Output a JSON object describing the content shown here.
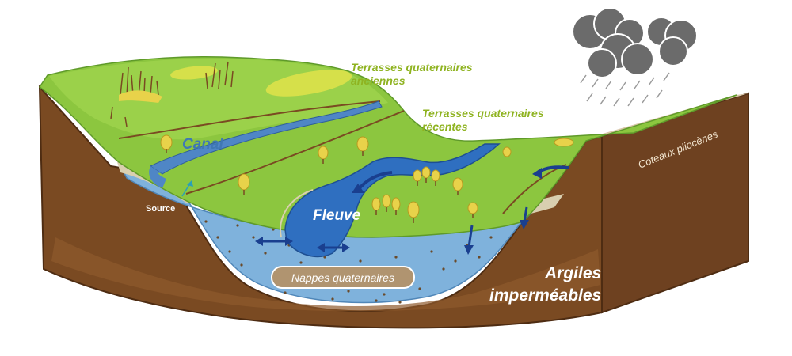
{
  "labels": {
    "terrasses_anciennes_line1": "Terrasses quaternaires",
    "terrasses_anciennes_line2": "anciennes",
    "terrasses_recentes_line1": "Terrasses quaternaires",
    "terrasses_recentes_line2": "récentes",
    "canal": "Canal",
    "fleuve": "Fleuve",
    "source": "Source",
    "nappes": "Nappes quaternaires",
    "argiles_line1": "Argiles",
    "argiles_line2": "imperméables",
    "coteaux": "Coteaux pliocènes"
  },
  "icons": [
    "rain-cloud-icon",
    "flow-arrow-icon",
    "double-arrow-icon",
    "tree-icon",
    "reed-icon"
  ],
  "colors": {
    "grass": "#8cc63f",
    "grass_dark": "#5f9a2a",
    "clay": "#7a4a22",
    "clay_light": "#9a6535",
    "aquifer": "#7fb2dc",
    "river": "#2f6fc0",
    "arrow": "#1a3f8f",
    "label_green": "#8fb321",
    "cloud": "#6b6b6b"
  }
}
